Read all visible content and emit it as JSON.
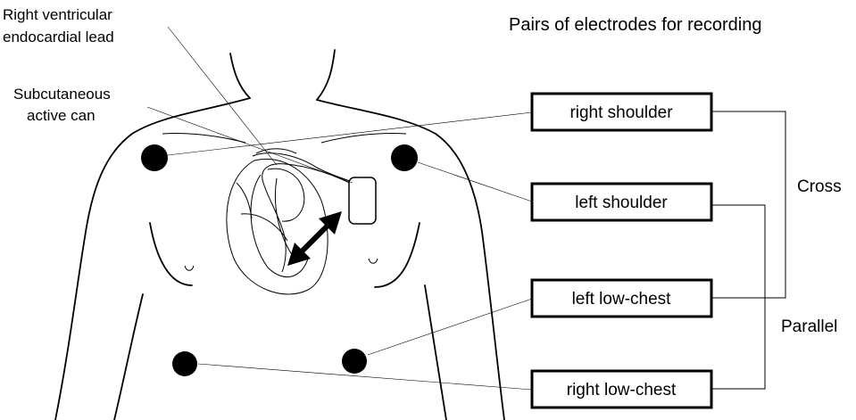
{
  "title": "Pairs of electrodes for recording",
  "labels": {
    "rv_lead_line1": "Right ventricular",
    "rv_lead_line2": "endocardial lead",
    "can_line1": "Subcutaneous",
    "can_line2": "active can"
  },
  "electrodes": [
    {
      "label": "right shoulder"
    },
    {
      "label": "left shoulder"
    },
    {
      "label": "left low-chest"
    },
    {
      "label": "right low-chest"
    }
  ],
  "configurations": {
    "cross": "Cross",
    "parallel": "Parallel"
  }
}
